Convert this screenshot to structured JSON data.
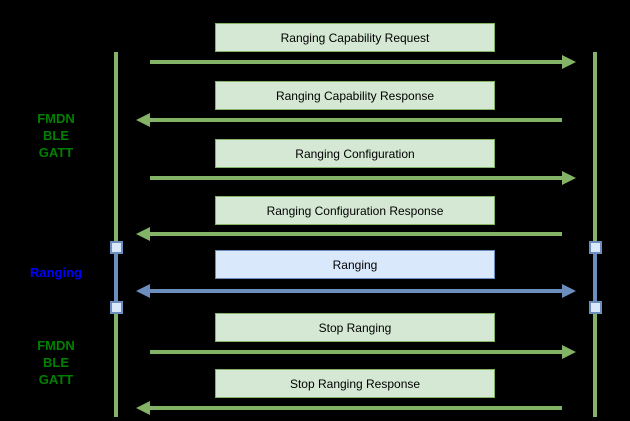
{
  "diagram": {
    "type": "sequence-diagram",
    "background": "#000000",
    "phase_labels": [
      {
        "id": "fmdn-gatt-top",
        "text": "FMDN\nBLE\nGATT",
        "color": "#008000"
      },
      {
        "id": "ranging-phase",
        "text": "Ranging",
        "color": "#0000ff"
      },
      {
        "id": "fmdn-gatt-bottom",
        "text": "FMDN\nBLE\nGATT",
        "color": "#008000"
      }
    ],
    "messages": [
      {
        "label": "Ranging Capability Request",
        "direction": "right",
        "scheme": "green"
      },
      {
        "label": "Ranging Capability Response",
        "direction": "left",
        "scheme": "green"
      },
      {
        "label": "Ranging Configuration",
        "direction": "right",
        "scheme": "green"
      },
      {
        "label": "Ranging Configuration Response",
        "direction": "left",
        "scheme": "green"
      },
      {
        "label": "Ranging",
        "direction": "both",
        "scheme": "blue"
      },
      {
        "label": "Stop Ranging",
        "direction": "right",
        "scheme": "green"
      },
      {
        "label": "Stop Ranging Response",
        "direction": "left",
        "scheme": "green"
      }
    ],
    "colors": {
      "green_fill": "#d5e8d4",
      "green_stroke": "#82b366",
      "blue_fill": "#dae8fc",
      "blue_stroke": "#6c8ebf",
      "box_text": "#000000"
    }
  }
}
